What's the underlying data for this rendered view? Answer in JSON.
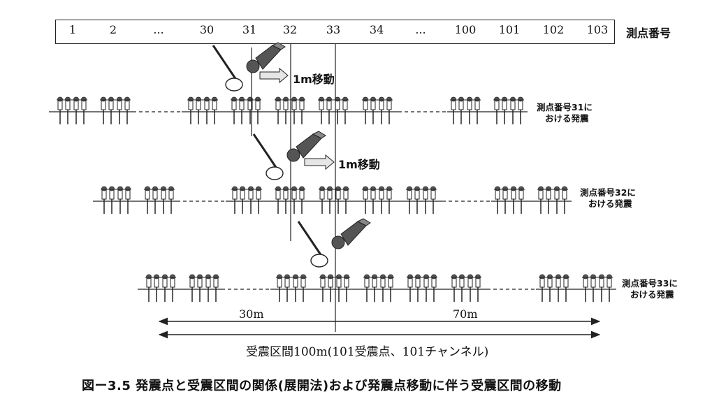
{
  "stations": {
    "labels": [
      "1",
      "2",
      "...",
      "30",
      "31",
      "32",
      "33",
      "34",
      "...",
      "100",
      "101",
      "102",
      "103"
    ],
    "header": "測点番号"
  },
  "shots": [
    {
      "move_label": "1m移動",
      "label_line1": "測点番号31に",
      "label_line2": "おける発震"
    },
    {
      "move_label": "1m移動",
      "label_line1": "測点番号32に",
      "label_line2": "おける発震"
    },
    {
      "move_label": "",
      "label_line1": "測点番号33に",
      "label_line2": "おける発震"
    }
  ],
  "dimensions": {
    "left_label": "30m",
    "right_label": "70m",
    "span_label": "受震区間100m(101受震点、101チャンネル)"
  },
  "caption": "図ー3.5  発震点と受震区間の関係(展開法)および発震点移動に伴う受震区間の移動",
  "colors": {
    "line": "#222222",
    "fill_dark": "#555555",
    "fill_light": "#e6e6e6"
  },
  "icons": [
    "geophone-icon",
    "vibrator-truck-icon",
    "arrow-right-icon"
  ]
}
